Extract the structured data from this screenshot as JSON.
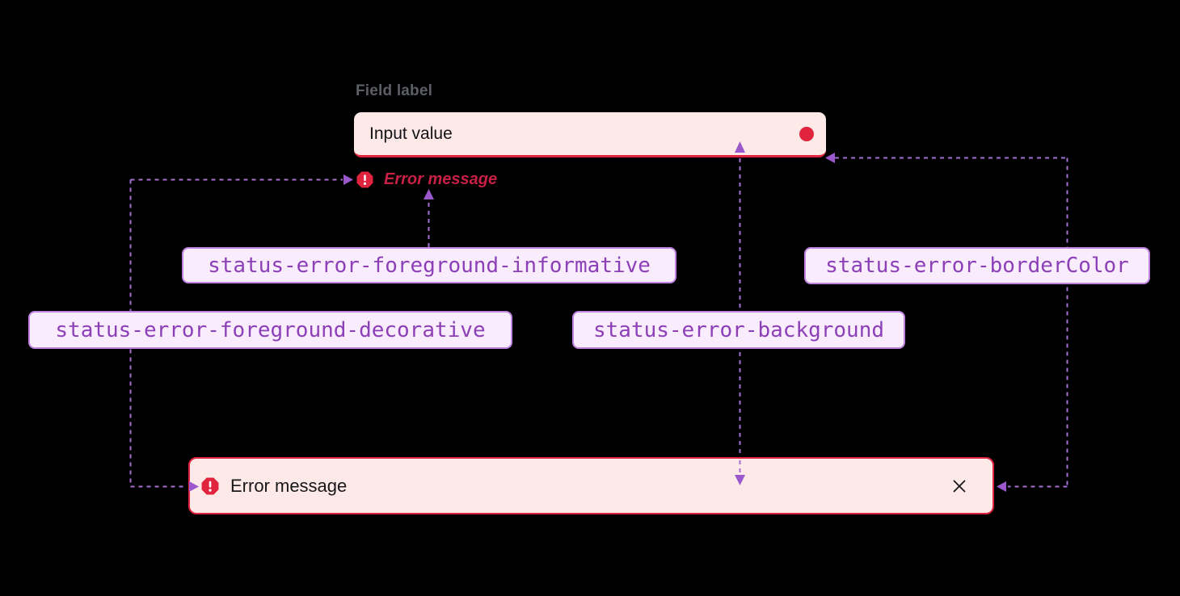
{
  "field": {
    "label": "Field label",
    "value": "Input value",
    "error_text": "Error message"
  },
  "banner": {
    "message": "Error message"
  },
  "tokens": {
    "informative": "status-error-foreground-informative",
    "decorative": "status-error-foreground-decorative",
    "background": "status-error-background",
    "borderColor": "status-error-borderColor"
  },
  "icons": {
    "alert": "alert-octagon-icon",
    "close": "close-icon",
    "validation_dot": "error-dot-icon"
  },
  "colors": {
    "status_red": "#e0243e",
    "error_text_red": "#c81f45",
    "status_background_pink": "#fdeae8",
    "token_text_purple": "#8d3fb8",
    "token_border_purple": "#bf85e0",
    "token_background_purple": "#f8ecfd",
    "connector_purple": "#a56fd2",
    "arrowhead_purple": "#9a58cc",
    "label_gray": "#5c5f66",
    "text_dark": "#131317",
    "page_background": "#000000"
  }
}
